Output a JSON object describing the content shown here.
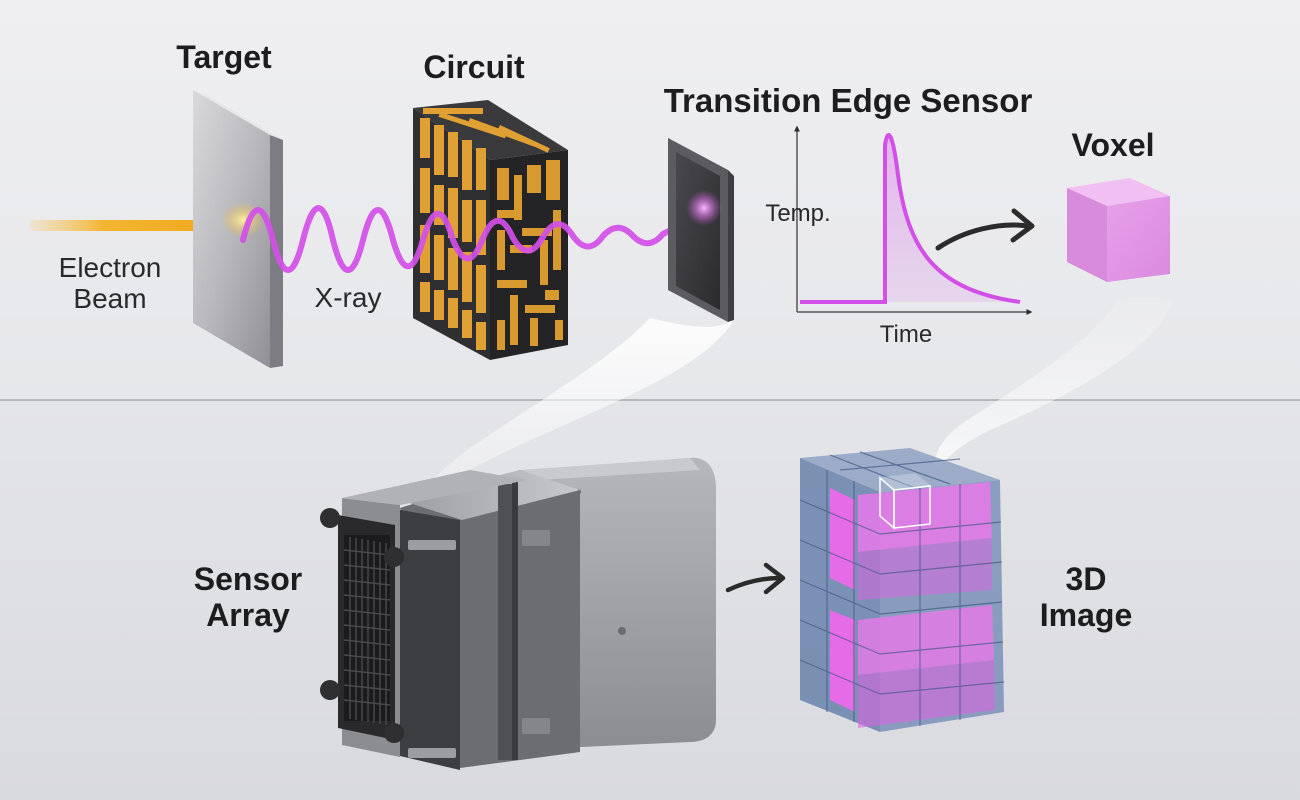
{
  "labels": {
    "target": "Target",
    "circuit": "Circuit",
    "tes": "Transition Edge Sensor",
    "voxel": "Voxel",
    "electron_beam": [
      "Electron",
      "Beam"
    ],
    "xray": "X-ray",
    "temp_axis": "Temp.",
    "time_axis": "Time",
    "sensor_array": [
      "Sensor",
      "Array"
    ],
    "image_3d": [
      "3D",
      "Image"
    ]
  },
  "colors": {
    "background_top": "#e9eaec",
    "background_bottom": "#dfe0e4",
    "beam": "#f2b12a",
    "xray_wave": "#d24fe8",
    "circuit_gold": "#e0a033",
    "voxel": "#e38fe6",
    "image_blue": "#6d86ac",
    "image_magenta": "#e35ce8"
  },
  "icons": [
    "arrow-right-icon",
    "curved-arrow-icon",
    "wave-arrow-icon"
  ]
}
